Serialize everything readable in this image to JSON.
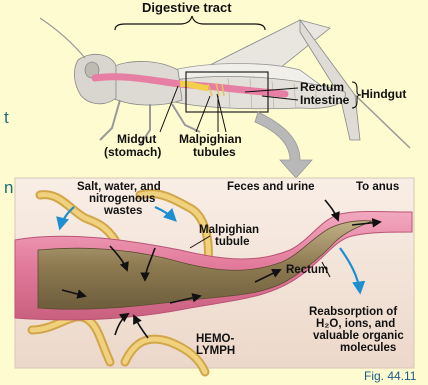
{
  "colors": {
    "background": "#fffbd0",
    "panel": "#f3e2d6",
    "tube_wall": "#e07d9e",
    "tube_lumen": "#8a7a55",
    "malpighian": "#e9c56a",
    "arrow_blue": "#1d8fd1"
  },
  "top": {
    "title": "Digestive tract",
    "rectum": "Rectum",
    "intestine": "Intestine",
    "hindgut": "Hindgut",
    "midgut": "Midgut",
    "stomach": "(stomach)",
    "malpighian": "Malpighian",
    "tubules": "tubules"
  },
  "bottom": {
    "salt_line1": "Salt, water, and",
    "salt_line2": "nitrogenous",
    "salt_line3": "wastes",
    "feces": "Feces and urine",
    "to_anus": "To anus",
    "malp_tubule_1": "Malpighian",
    "malp_tubule_2": "tubule",
    "rectum": "Rectum",
    "reab_1": "Reabsorption of",
    "reab_2": "H₂O, ions, and",
    "reab_3": "valuable organic",
    "reab_4": "molecules",
    "hemo_1": "HEMO-",
    "hemo_2": "LYMPH"
  },
  "side_fragments": [
    "t",
    "n"
  ],
  "figure_label": "Fig. 44.11"
}
